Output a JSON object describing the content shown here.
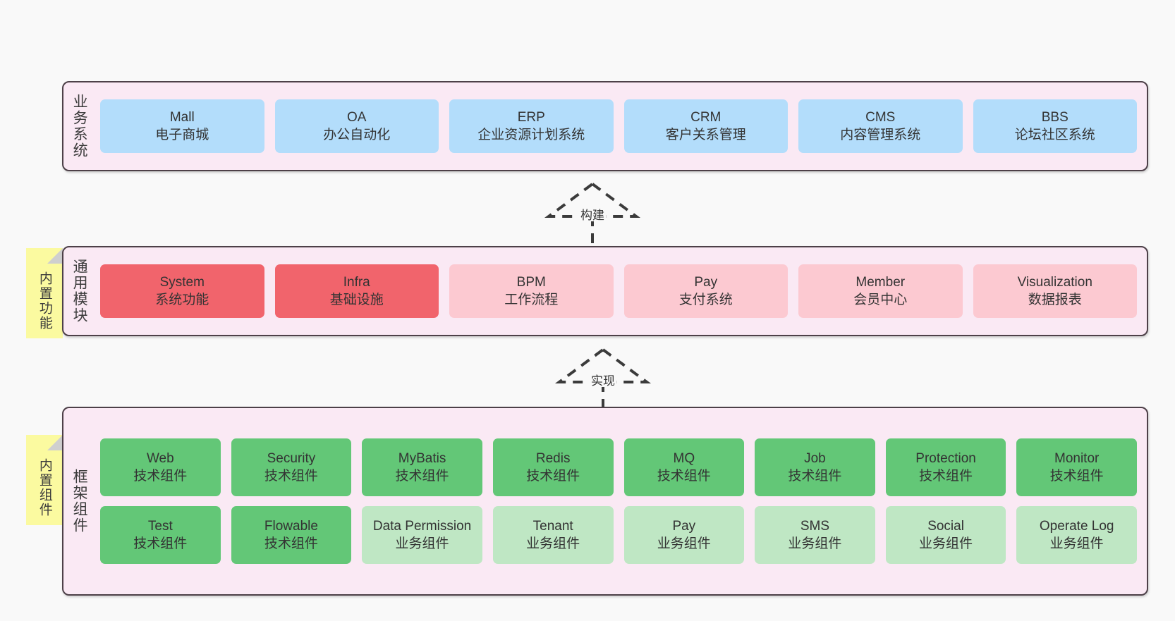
{
  "diagram": {
    "background": "#f9f9f9",
    "layer_fill": "#fae9f4",
    "layer_border": "#4d4048",
    "note_fill": "#fbfaa0",
    "colors": {
      "business": "#b3ddfb",
      "module_core": "#f1646c",
      "module_optional": "#fcc9d1",
      "tech_component": "#63c777",
      "business_component": "#bfe7c4"
    }
  },
  "layers": [
    {
      "id": "business",
      "title": "业务系统",
      "rows": [
        {
          "cards": [
            {
              "en": "Mall",
              "cn": "电子商城",
              "color": "blue"
            },
            {
              "en": "OA",
              "cn": "办公自动化",
              "color": "blue"
            },
            {
              "en": "ERP",
              "cn": "企业资源计划系统",
              "color": "blue"
            },
            {
              "en": "CRM",
              "cn": "客户关系管理",
              "color": "blue"
            },
            {
              "en": "CMS",
              "cn": "内容管理系统",
              "color": "blue"
            },
            {
              "en": "BBS",
              "cn": "论坛社区系统",
              "color": "blue"
            }
          ]
        }
      ]
    },
    {
      "id": "modules",
      "title": "通用模块",
      "note": "内置功能",
      "rows": [
        {
          "cards": [
            {
              "en": "System",
              "cn": "系统功能",
              "color": "red"
            },
            {
              "en": "Infra",
              "cn": "基础设施",
              "color": "red"
            },
            {
              "en": "BPM",
              "cn": "工作流程",
              "color": "pink"
            },
            {
              "en": "Pay",
              "cn": "支付系统",
              "color": "pink"
            },
            {
              "en": "Member",
              "cn": "会员中心",
              "color": "pink"
            },
            {
              "en": "Visualization",
              "cn": "数据报表",
              "color": "pink"
            }
          ]
        }
      ]
    },
    {
      "id": "framework",
      "title": "框架组件",
      "note": "内置组件",
      "rows": [
        {
          "cards": [
            {
              "en": "Web",
              "cn": "技术组件",
              "color": "green"
            },
            {
              "en": "Security",
              "cn": "技术组件",
              "color": "green"
            },
            {
              "en": "MyBatis",
              "cn": "技术组件",
              "color": "green"
            },
            {
              "en": "Redis",
              "cn": "技术组件",
              "color": "green"
            },
            {
              "en": "MQ",
              "cn": "技术组件",
              "color": "green"
            },
            {
              "en": "Job",
              "cn": "技术组件",
              "color": "green"
            },
            {
              "en": "Protection",
              "cn": "技术组件",
              "color": "green"
            },
            {
              "en": "Monitor",
              "cn": "技术组件",
              "color": "green"
            }
          ]
        },
        {
          "cards": [
            {
              "en": "Test",
              "cn": "技术组件",
              "color": "green"
            },
            {
              "en": "Flowable",
              "cn": "技术组件",
              "color": "green"
            },
            {
              "en": "Data Permission",
              "cn": "业务组件",
              "color": "lightgreen"
            },
            {
              "en": "Tenant",
              "cn": "业务组件",
              "color": "lightgreen"
            },
            {
              "en": "Pay",
              "cn": "业务组件",
              "color": "lightgreen"
            },
            {
              "en": "SMS",
              "cn": "业务组件",
              "color": "lightgreen"
            },
            {
              "en": "Social",
              "cn": "业务组件",
              "color": "lightgreen"
            },
            {
              "en": "Operate Log",
              "cn": "业务组件",
              "color": "lightgreen"
            }
          ]
        }
      ]
    }
  ],
  "connectors": [
    {
      "id": "build",
      "label": "构建",
      "style": "dashed-generalization",
      "direction": "up"
    },
    {
      "id": "realize",
      "label": "实现",
      "style": "dashed-generalization",
      "direction": "up"
    }
  ]
}
